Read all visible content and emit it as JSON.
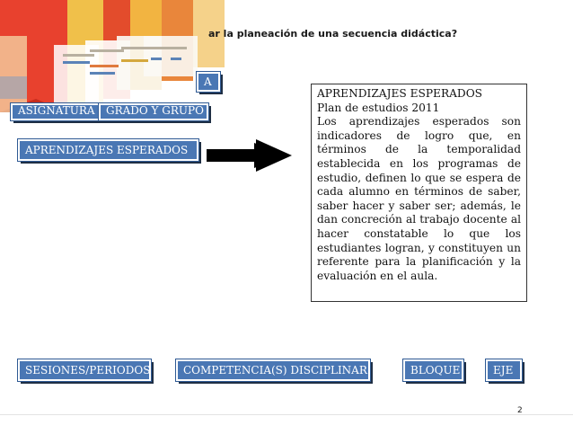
{
  "header": {
    "title": "ar la planeación de una secuencia didáctica?"
  },
  "cover_tabs": {
    "tab_a": "A",
    "tab_b": "ASIGNATURA",
    "tab_c": "GRADO Y GRUPO",
    "tab_d": "APRENDIZAJES ESPERADOS"
  },
  "textbox": {
    "heading": "APRENDIZAJES ESPERADOS",
    "subheading": "Plan de estudios 2011",
    "body": "Los aprendizajes esperados son indicadores de logro que, en términos de la temporalidad establecida en los programas de estudio, definen lo que se espera de cada alumno en términos de saber, saber hacer y saber ser; además, le dan concreción al trabajo docente al hacer constatable lo que los estudiantes logran, y constituyen un referente para la planificación y la evaluación en el aula."
  },
  "bottom_buttons": {
    "sesiones": "SESIONES/PERIODOS",
    "competencia": "COMPETENCIA(S) DISCIPLINAR",
    "bloque": "BLOQUE",
    "eje": "EJE"
  },
  "footer": {
    "page_number": "2"
  },
  "colors": {
    "button_blue": "#4a77b4",
    "button_shadow": "#1f2f45",
    "arrow": "#000000"
  }
}
